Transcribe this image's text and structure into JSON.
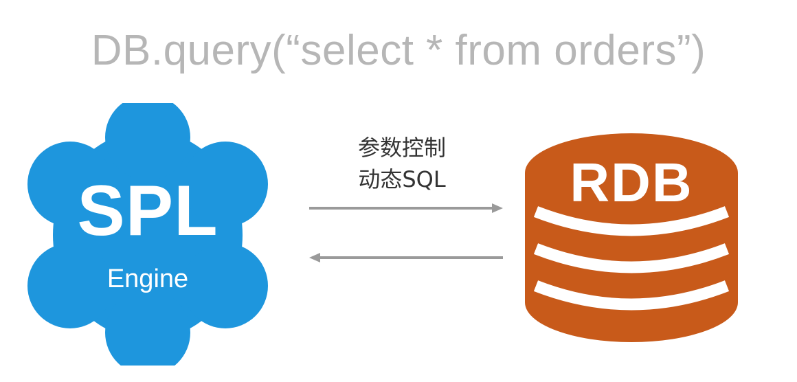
{
  "header": {
    "code_text": "DB.query(“select * from orders”)"
  },
  "engine": {
    "title": "SPL",
    "subtitle": "Engine",
    "color": "#1e96dd",
    "icon": "gear-icon"
  },
  "connection": {
    "label_line1": "参数控制",
    "label_line2": "动态SQL",
    "arrow_color": "#9a9a9a"
  },
  "database": {
    "title": "RDB",
    "color": "#c85a1a",
    "icon": "database-cylinder-icon"
  }
}
